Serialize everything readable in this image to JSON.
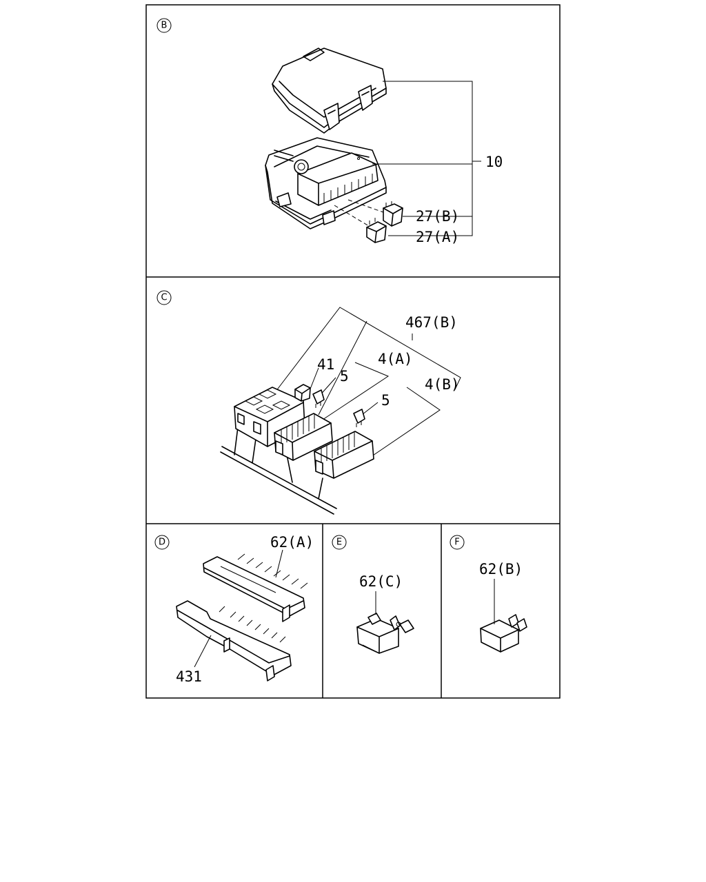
{
  "panels": [
    {
      "id": "B",
      "letter": "B",
      "callouts": [
        "10",
        "27(B)",
        "27(A)"
      ]
    },
    {
      "id": "C",
      "letter": "C",
      "callouts": [
        "467(B)",
        "41",
        "4(A)",
        "5",
        "5",
        "4(B)"
      ]
    },
    {
      "id": "D",
      "letter": "D",
      "callouts": [
        "62(A)",
        "431"
      ]
    },
    {
      "id": "E",
      "letter": "E",
      "callouts": [
        "62(C)"
      ]
    },
    {
      "id": "F",
      "letter": "F",
      "callouts": [
        "62(B)"
      ]
    }
  ]
}
